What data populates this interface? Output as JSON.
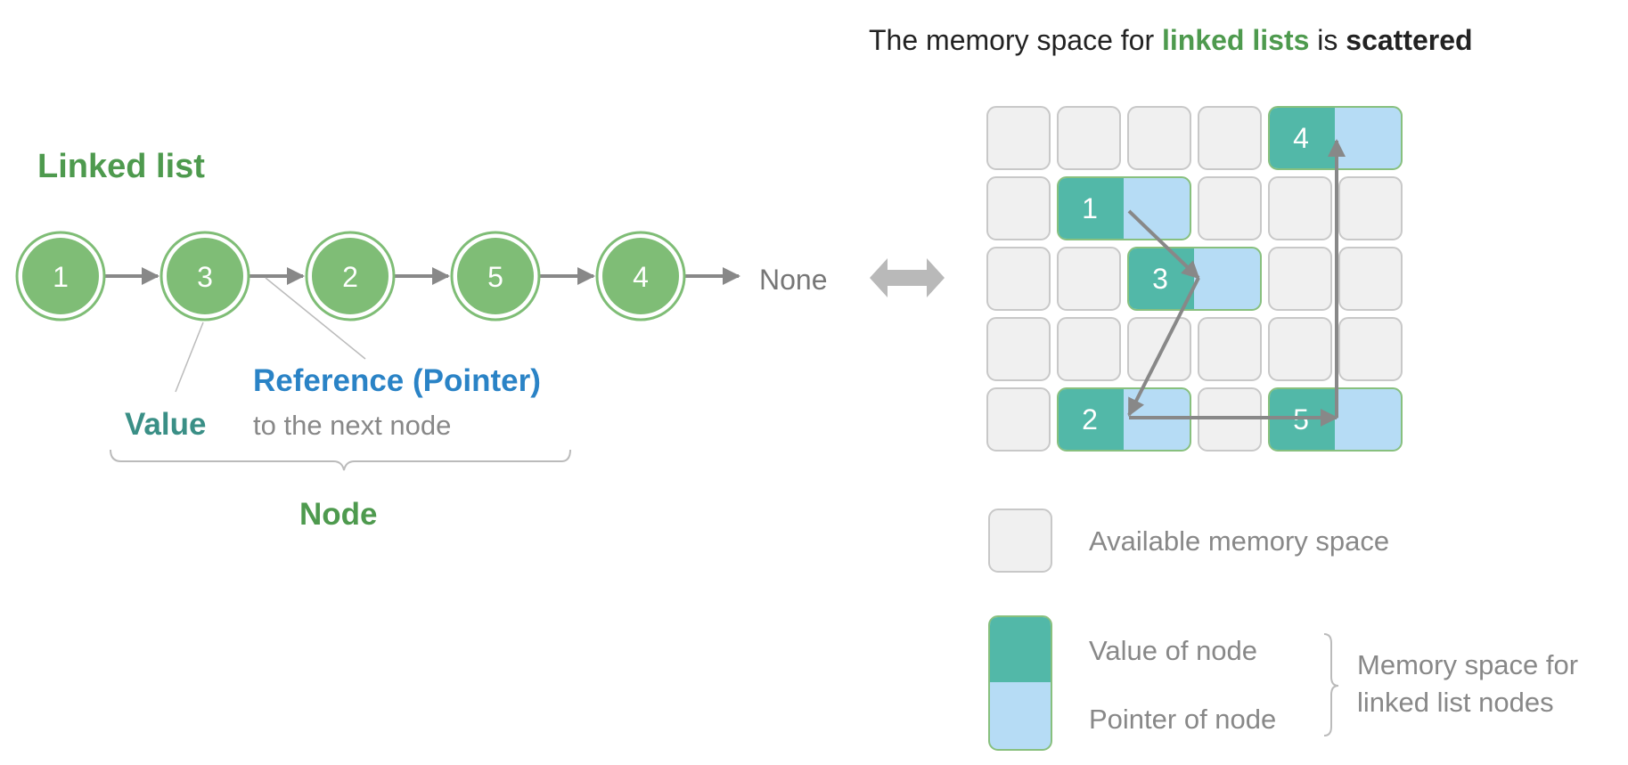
{
  "title": {
    "prefix": "The memory space for",
    "highlight": "linked lists",
    "middle": "is",
    "emphasis": "scattered"
  },
  "left": {
    "heading": "Linked list",
    "nodes": [
      "1",
      "3",
      "2",
      "5",
      "4"
    ],
    "terminal": "None",
    "reference_label": "Reference (Pointer)",
    "reference_sub": "to the next node",
    "value_label": "Value",
    "node_label": "Node"
  },
  "memory": {
    "nodes": [
      {
        "value": "1"
      },
      {
        "value": "3"
      },
      {
        "value": "2"
      },
      {
        "value": "5"
      },
      {
        "value": "4"
      }
    ]
  },
  "legend": {
    "available": "Available memory space",
    "value_of_node": "Value of node",
    "pointer_of_node": "Pointer of node",
    "group_label": "Memory space for linked list nodes"
  },
  "colors": {
    "node_green": "#7fbd76",
    "text_green": "#4e9a4e",
    "teal": "#52b8a8",
    "light_blue": "#b6dcf5",
    "cell_gray": "#f0f0f0",
    "arrow_gray": "#888888",
    "reference_blue": "#2a83c6"
  }
}
